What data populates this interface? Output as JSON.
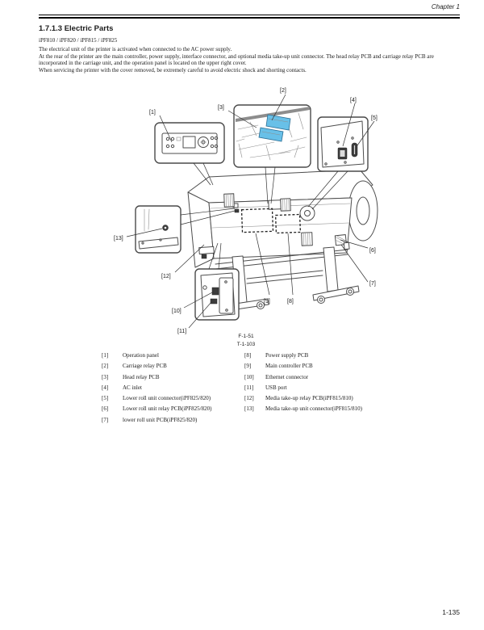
{
  "header": {
    "chapter": "Chapter 1"
  },
  "section": {
    "heading": "1.7.1.3 Electric Parts",
    "models": "iPF810 / iPF820 / iPF815 / iPF825",
    "para1": "The electrical unit of the printer is activated when connected to the AC power supply.",
    "para2": "At the rear of the printer are the main controller, power supply, interface connector, and optional media take-up unit connector. The head relay PCB and carriage relay PCB are incorporated in the carriage unit, and the operation panel is located on the upper right cover.",
    "para3": "When servicing the printer with the cover removed, be extremely careful to avoid electric shock and shorting contacts."
  },
  "figure": {
    "figure_number": "F-1-51",
    "table_number": "T-1-103",
    "highlight_color": "#68c0e8",
    "callouts": [
      "[1]",
      "[2]",
      "[3]",
      "[4]",
      "[5]",
      "[6]",
      "[7]",
      "[8]",
      "[9]",
      "[10]",
      "[11]",
      "[12]",
      "[13]"
    ]
  },
  "legend": {
    "left": [
      {
        "num": "[1]",
        "label": "Operation panel"
      },
      {
        "num": "[2]",
        "label": "Carriage relay PCB"
      },
      {
        "num": "[3]",
        "label": "Head relay PCB"
      },
      {
        "num": "[4]",
        "label": "AC inlet"
      },
      {
        "num": "[5]",
        "label": "Lower roll unit connector(iPF825/820)"
      },
      {
        "num": "[6]",
        "label": "Lower roll unit relay PCB(iPF825/820)"
      },
      {
        "num": "[7]",
        "label": "lower roll unit PCB(iPF825/820)"
      }
    ],
    "right": [
      {
        "num": "[8]",
        "label": "Power supply PCB"
      },
      {
        "num": "[9]",
        "label": "Main controller PCB"
      },
      {
        "num": "[10]",
        "label": "Ethernet connector"
      },
      {
        "num": "[11]",
        "label": "USB port"
      },
      {
        "num": "[12]",
        "label": "Media take-up relay PCB(iPF815/810)"
      },
      {
        "num": "[13]",
        "label": "Media take-up unit connector(iPF815/810)"
      }
    ]
  },
  "footer": {
    "page_number": "1-135"
  }
}
